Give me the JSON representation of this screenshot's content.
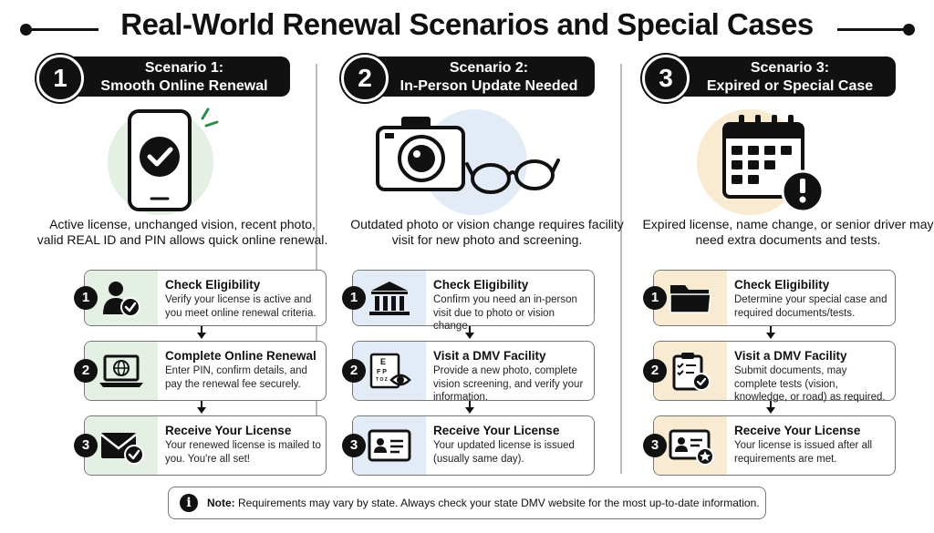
{
  "title": "Real-World Renewal Scenarios and Special Cases",
  "columns": [
    {
      "number": "1",
      "header_line1": "Scenario 1:",
      "header_line2": "Smooth Online Renewal",
      "hero_icon": "smartphone-check-icon",
      "accent": "#e3f0e3",
      "description": "Active license, unchanged vision, recent photo, valid REAL ID and PIN allows quick online renewal.",
      "steps": [
        {
          "number": "1",
          "icon": "user-check-icon",
          "title": "Check Eligibility",
          "body": "Verify your license is active and you meet online renewal criteria."
        },
        {
          "number": "2",
          "icon": "laptop-globe-icon",
          "title": "Complete Online Renewal",
          "body": "Enter PIN, confirm details, and pay the renewal fee securely."
        },
        {
          "number": "3",
          "icon": "envelope-check-icon",
          "title": "Receive Your License",
          "body": "Your renewed license is mailed to you. You're all set!"
        }
      ]
    },
    {
      "number": "2",
      "header_line1": "Scenario 2:",
      "header_line2": "In-Person Update Needed",
      "hero_icon": "camera-glasses-icon",
      "accent": "#e3ebf6",
      "description": "Outdated photo or vision change requires facility visit for new photo and screening.",
      "steps": [
        {
          "number": "1",
          "icon": "building-icon",
          "title": "Check Eligibility",
          "body": "Confirm you need an in-person visit due to photo or vision change."
        },
        {
          "number": "2",
          "icon": "eye-chart-icon",
          "title": "Visit a DMV Facility",
          "body": "Provide a new photo, complete vision screening, and verify your information."
        },
        {
          "number": "3",
          "icon": "id-card-icon",
          "title": "Receive Your License",
          "body": "Your updated license is issued (usually same day)."
        }
      ]
    },
    {
      "number": "3",
      "header_line1": "Scenario 3:",
      "header_line2": "Expired or Special Case",
      "hero_icon": "calendar-alert-icon",
      "accent": "#f8ebd2",
      "description": "Expired license, name change, or senior driver may need extra documents and tests.",
      "steps": [
        {
          "number": "1",
          "icon": "folder-icon",
          "title": "Check Eligibility",
          "body": "Determine your special case and required documents/tests."
        },
        {
          "number": "2",
          "icon": "clipboard-check-icon",
          "title": "Visit a DMV Facility",
          "body": "Submit documents, may complete tests (vision, knowledge, or road) as required."
        },
        {
          "number": "3",
          "icon": "id-card-star-icon",
          "title": "Receive Your License",
          "body": "Your license is issued after all requirements are met."
        }
      ]
    }
  ],
  "note": {
    "icon": "info-icon",
    "label": "Note:",
    "text": "Requirements may vary by state. Always check your state DMV website for the most up-to-date information."
  }
}
